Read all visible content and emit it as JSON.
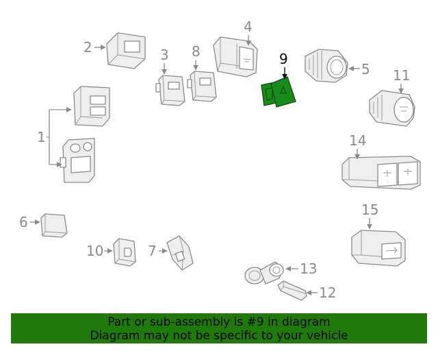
{
  "diagram": {
    "highlight_color": "#1a8a1a",
    "banner_color": "#1f7a0a",
    "highlighted_part": "9",
    "callouts": [
      "1",
      "2",
      "3",
      "4",
      "5",
      "6",
      "7",
      "8",
      "9",
      "10",
      "11",
      "12",
      "13",
      "14",
      "15"
    ]
  },
  "banner": {
    "line1": "Part or sub-assembly is #9 in diagram",
    "line2": "Diagram may not be specific to your vehicle"
  }
}
